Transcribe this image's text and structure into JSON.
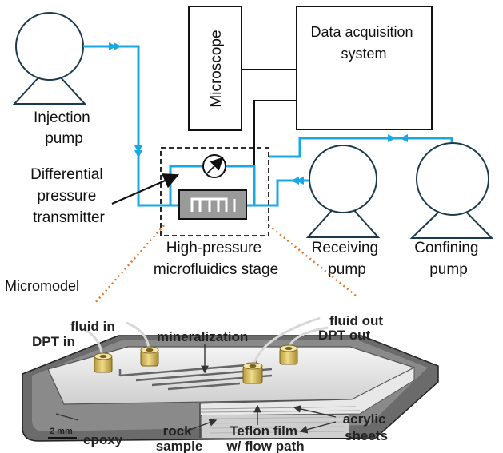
{
  "labels": {
    "injection_pump": [
      "Injection",
      "pump"
    ],
    "microscope": "Microscope",
    "data_acquisition": [
      "Data acquisition",
      "system"
    ],
    "dpt": [
      "Differential",
      "pressure",
      "transmitter"
    ],
    "stage": [
      "High-pressure",
      "microfluidics stage"
    ],
    "receiving_pump": [
      "Receiving",
      "pump"
    ],
    "confining_pump": [
      "Confining",
      "pump"
    ],
    "micromodel": "Micromodel"
  },
  "callouts": {
    "fluid_in": "fluid in",
    "dpt_in": "DPT in",
    "mineralization": "mineralization",
    "fluid_out": "fluid out",
    "dpt_out": "DPT out",
    "scale": "2 mm",
    "epoxy": "epoxy",
    "rock_sample": [
      "rock",
      "sample"
    ],
    "teflon": [
      "Teflon film",
      "w/ flow path"
    ],
    "acrylic": [
      "acrylic",
      "sheets"
    ]
  },
  "colors": {
    "flow_line": "#19a8e6",
    "epoxy": "#6b6b6b",
    "fittings": "#e6cf7a",
    "callout_dots": "#e07a2e",
    "chip": "#9a9a9a"
  }
}
